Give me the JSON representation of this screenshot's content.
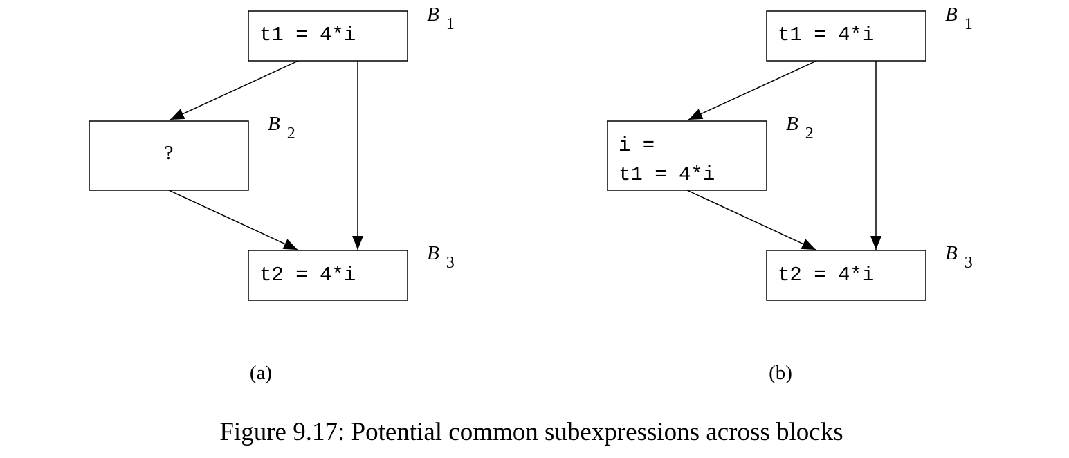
{
  "diagrams": [
    {
      "id": "a",
      "panel_label": "(a)",
      "blocks": {
        "b1": {
          "name": "B",
          "sub": "1",
          "lines": [
            "t1 = 4*i"
          ]
        },
        "b2": {
          "name": "B",
          "sub": "2",
          "placeholder": "?"
        },
        "b3": {
          "name": "B",
          "sub": "3",
          "lines": [
            "t2 = 4*i"
          ]
        }
      }
    },
    {
      "id": "b",
      "panel_label": "(b)",
      "blocks": {
        "b1": {
          "name": "B",
          "sub": "1",
          "lines": [
            "t1 = 4*i"
          ]
        },
        "b2": {
          "name": "B",
          "sub": "2",
          "lines": [
            "i =",
            "t1 = 4*i"
          ]
        },
        "b3": {
          "name": "B",
          "sub": "3",
          "lines": [
            "t2 = 4*i"
          ]
        }
      }
    }
  ],
  "caption": "Figure 9.17: Potential common subexpressions across blocks"
}
